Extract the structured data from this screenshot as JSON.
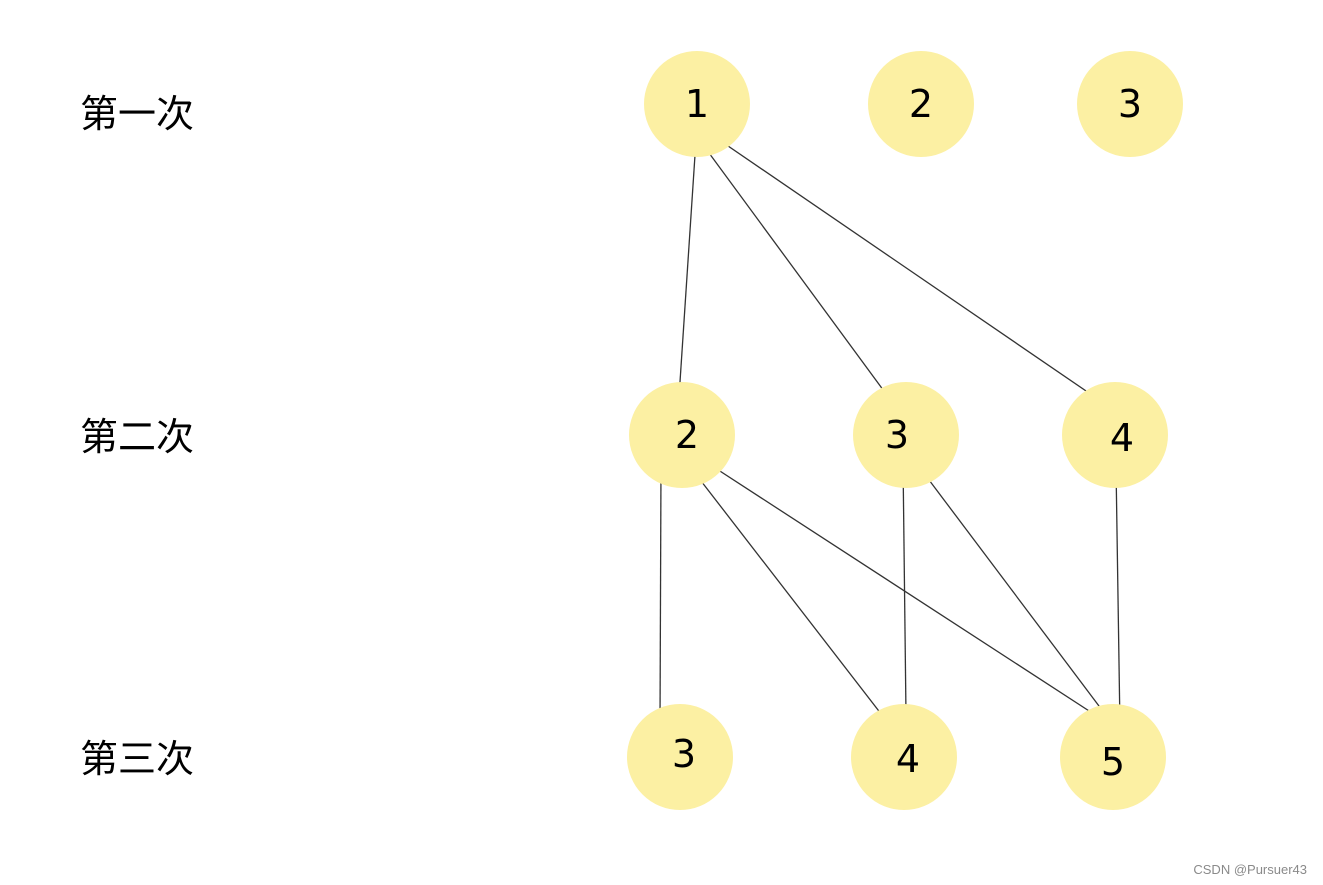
{
  "rows": [
    {
      "label": "第一次",
      "nodes": [
        "1",
        "2",
        "3"
      ]
    },
    {
      "label": "第二次",
      "nodes": [
        "2",
        "3",
        "4"
      ]
    },
    {
      "label": "第三次",
      "nodes": [
        "3",
        "4",
        "5"
      ]
    }
  ],
  "edges": [
    {
      "from": [
        0,
        0
      ],
      "to": [
        1,
        0
      ]
    },
    {
      "from": [
        0,
        0
      ],
      "to": [
        1,
        1
      ]
    },
    {
      "from": [
        0,
        0
      ],
      "to": [
        1,
        2
      ]
    },
    {
      "from": [
        1,
        0
      ],
      "to": [
        2,
        0
      ]
    },
    {
      "from": [
        1,
        0
      ],
      "to": [
        2,
        1
      ]
    },
    {
      "from": [
        1,
        0
      ],
      "to": [
        2,
        2
      ]
    },
    {
      "from": [
        1,
        1
      ],
      "to": [
        2,
        1
      ]
    },
    {
      "from": [
        1,
        1
      ],
      "to": [
        2,
        2
      ]
    },
    {
      "from": [
        1,
        2
      ],
      "to": [
        2,
        2
      ]
    }
  ],
  "colors": {
    "node_fill": "#fcf0a3",
    "edge": "#333333"
  },
  "watermark": "CSDN @Pursuer43"
}
